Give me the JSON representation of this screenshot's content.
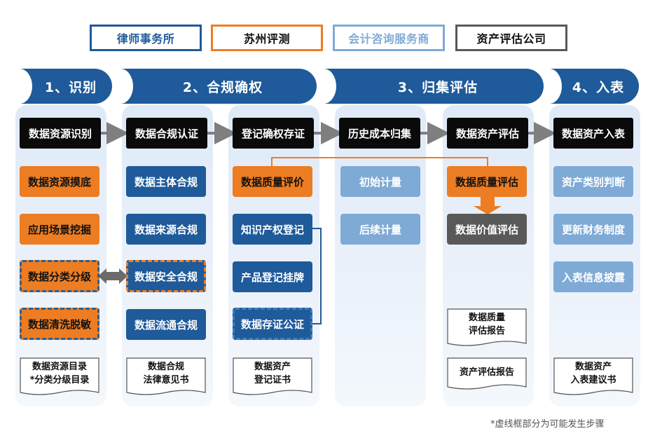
{
  "legend": [
    {
      "label": "律师事务所",
      "color": "#1f5a9a"
    },
    {
      "label": "苏州评测",
      "color": "#ed7d23"
    },
    {
      "label": "会计咨询服务商",
      "color": "#7faad6"
    },
    {
      "label": "资产评估公司",
      "color": "#595959"
    }
  ],
  "phases": [
    {
      "label": "1、识别"
    },
    {
      "label": "2、合规确权"
    },
    {
      "label": "3、归集评估"
    },
    {
      "label": "4、入表"
    }
  ],
  "columns": {
    "col1": {
      "header": "数据资源识别",
      "items": [
        "数据资源摸底",
        "应用场景挖掘",
        "数据分类分级",
        "数据清洗脱敏"
      ],
      "doc_lines": [
        "数据资源目录",
        "*分类分级目录"
      ]
    },
    "col2": {
      "header": "数据合规认证",
      "items": [
        "数据主体合规",
        "数据来源合规",
        "数据安全合规",
        "数据流通合规"
      ],
      "doc_lines": [
        "数据合规",
        "法律意见书"
      ]
    },
    "col3": {
      "header": "登记确权存证",
      "items": [
        "数据质量评价",
        "知识产权登记",
        "产品登记挂牌",
        "数据存证公证"
      ],
      "doc_lines": [
        "数据资产",
        "登记证书"
      ]
    },
    "col4": {
      "header": "历史成本归集",
      "items": [
        "初始计量",
        "后续计量"
      ]
    },
    "col5": {
      "header": "数据资产评估",
      "items": [
        "数据质量评估",
        "数据价值评估"
      ],
      "doc1_lines": [
        "数据质量",
        "评估报告"
      ],
      "doc2_lines": [
        "资产评估报告"
      ]
    },
    "col6": {
      "header": "数据资产入表",
      "items": [
        "资产类别判断",
        "更新财务制度",
        "入表信息披露"
      ],
      "doc_lines": [
        "数据资产",
        "入表建议书"
      ]
    }
  },
  "footnote": "*虚线框部分为可能发生步骤"
}
